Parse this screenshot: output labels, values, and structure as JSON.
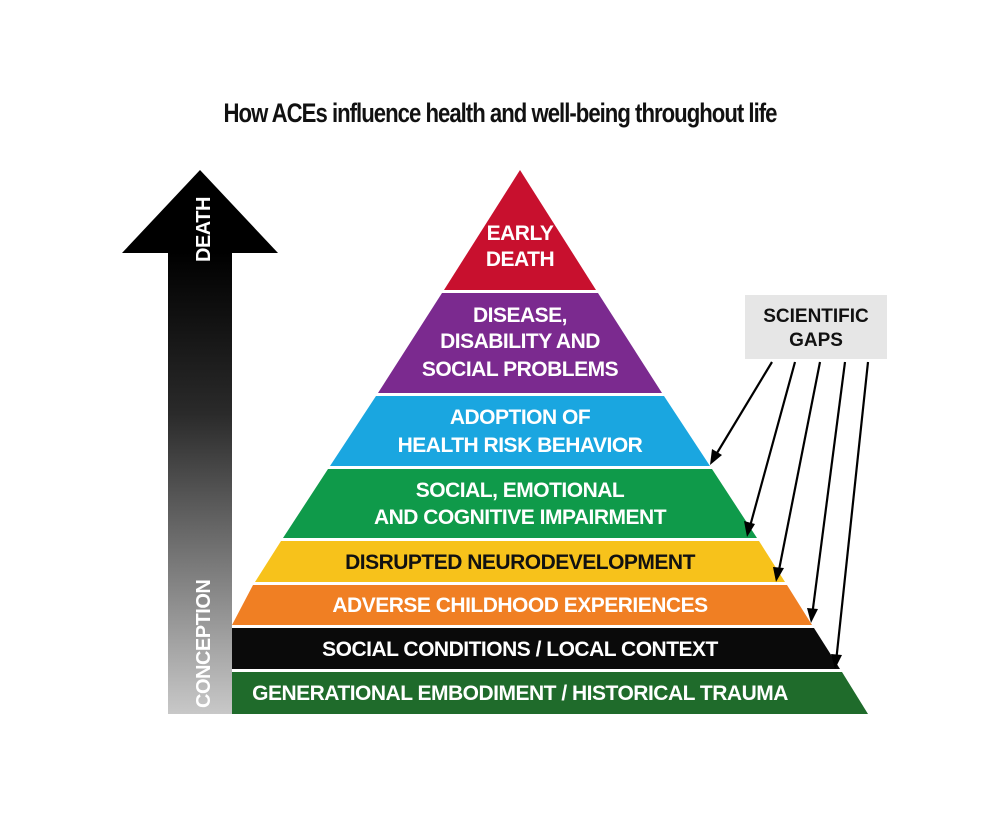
{
  "title": "How ACEs influence health and well-being throughout life",
  "axis": {
    "top_label": "DEATH",
    "bottom_label": "CONCEPTION"
  },
  "gaps_box": {
    "line1": "SCIENTIFIC",
    "line2": "GAPS"
  },
  "tiers": [
    {
      "id": "early-death",
      "lines": [
        "EARLY",
        "DEATH"
      ],
      "color": "#c8102e",
      "text_color": "#ffffff"
    },
    {
      "id": "disease",
      "lines": [
        "DISEASE,",
        "DISABILITY AND",
        "SOCIAL PROBLEMS"
      ],
      "color": "#7b2a8f",
      "text_color": "#ffffff"
    },
    {
      "id": "health-risk",
      "lines": [
        "ADOPTION OF",
        "HEALTH RISK BEHAVIOR"
      ],
      "color": "#1aa6e0",
      "text_color": "#ffffff"
    },
    {
      "id": "impairment",
      "lines": [
        "SOCIAL, EMOTIONAL",
        "AND COGNITIVE IMPAIRMENT"
      ],
      "color": "#0f9a4a",
      "text_color": "#ffffff"
    },
    {
      "id": "neurodevelopment",
      "lines": [
        "DISRUPTED NEURODEVELOPMENT"
      ],
      "color": "#f7c21b",
      "text_color": "#111111"
    },
    {
      "id": "aces",
      "lines": [
        "ADVERSE CHILDHOOD EXPERIENCES"
      ],
      "color": "#f07f23",
      "text_color": "#ffffff"
    },
    {
      "id": "social-conditions",
      "lines": [
        "SOCIAL CONDITIONS / LOCAL CONTEXT"
      ],
      "color": "#0a0a0a",
      "text_color": "#ffffff"
    },
    {
      "id": "generational",
      "lines": [
        "GENERATIONAL EMBODIMENT / HISTORICAL TRAUMA"
      ],
      "color": "#1f6b2b",
      "text_color": "#ffffff"
    }
  ]
}
